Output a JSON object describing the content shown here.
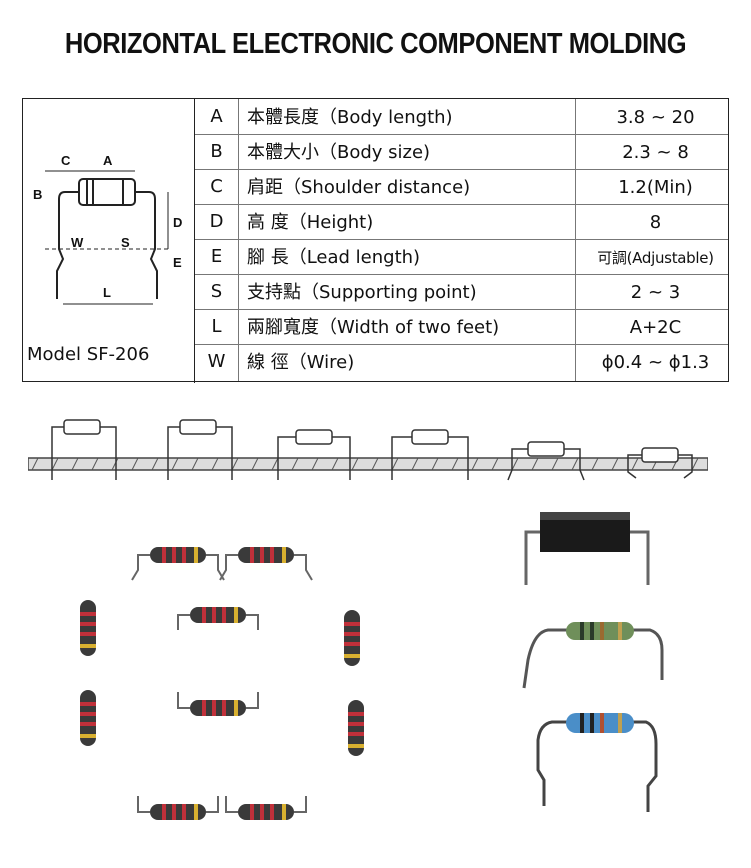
{
  "title": "HORIZONTAL ELECTRONIC COMPONENT MOLDING",
  "diagram": {
    "labels": [
      "C",
      "A",
      "B",
      "D",
      "W",
      "S",
      "E",
      "L"
    ],
    "model": "Model  SF-206"
  },
  "rows": [
    {
      "letter": "A",
      "desc": "本體長度（Body length)",
      "value": "3.8 ~ 20"
    },
    {
      "letter": "B",
      "desc": "本體大小（Body size)",
      "value": "2.3 ~ 8"
    },
    {
      "letter": "C",
      "desc": "肩距（Shoulder distance)",
      "value": "1.2(Min)"
    },
    {
      "letter": "D",
      "desc": "高  度（Height)",
      "value": "8"
    },
    {
      "letter": "E",
      "desc": "腳    長（Lead length)",
      "value": "可調(Adjustable)"
    },
    {
      "letter": "S",
      "desc": "支持點（Supporting point)",
      "value": "2 ~ 3"
    },
    {
      "letter": "L",
      "desc": "兩腳寬度（Width of two feet)",
      "value": "A+2C"
    },
    {
      "letter": "W",
      "desc": "線    徑（Wire)",
      "value": "ϕ0.4 ~ ϕ1.3"
    }
  ],
  "colors": {
    "resistor_body_dark": "#3a3a3a",
    "resistor_band_red": "#c0303a",
    "resistor_green": "#6f8f5a",
    "resistor_blue": "#4a8ec8",
    "wire": "#555555"
  }
}
